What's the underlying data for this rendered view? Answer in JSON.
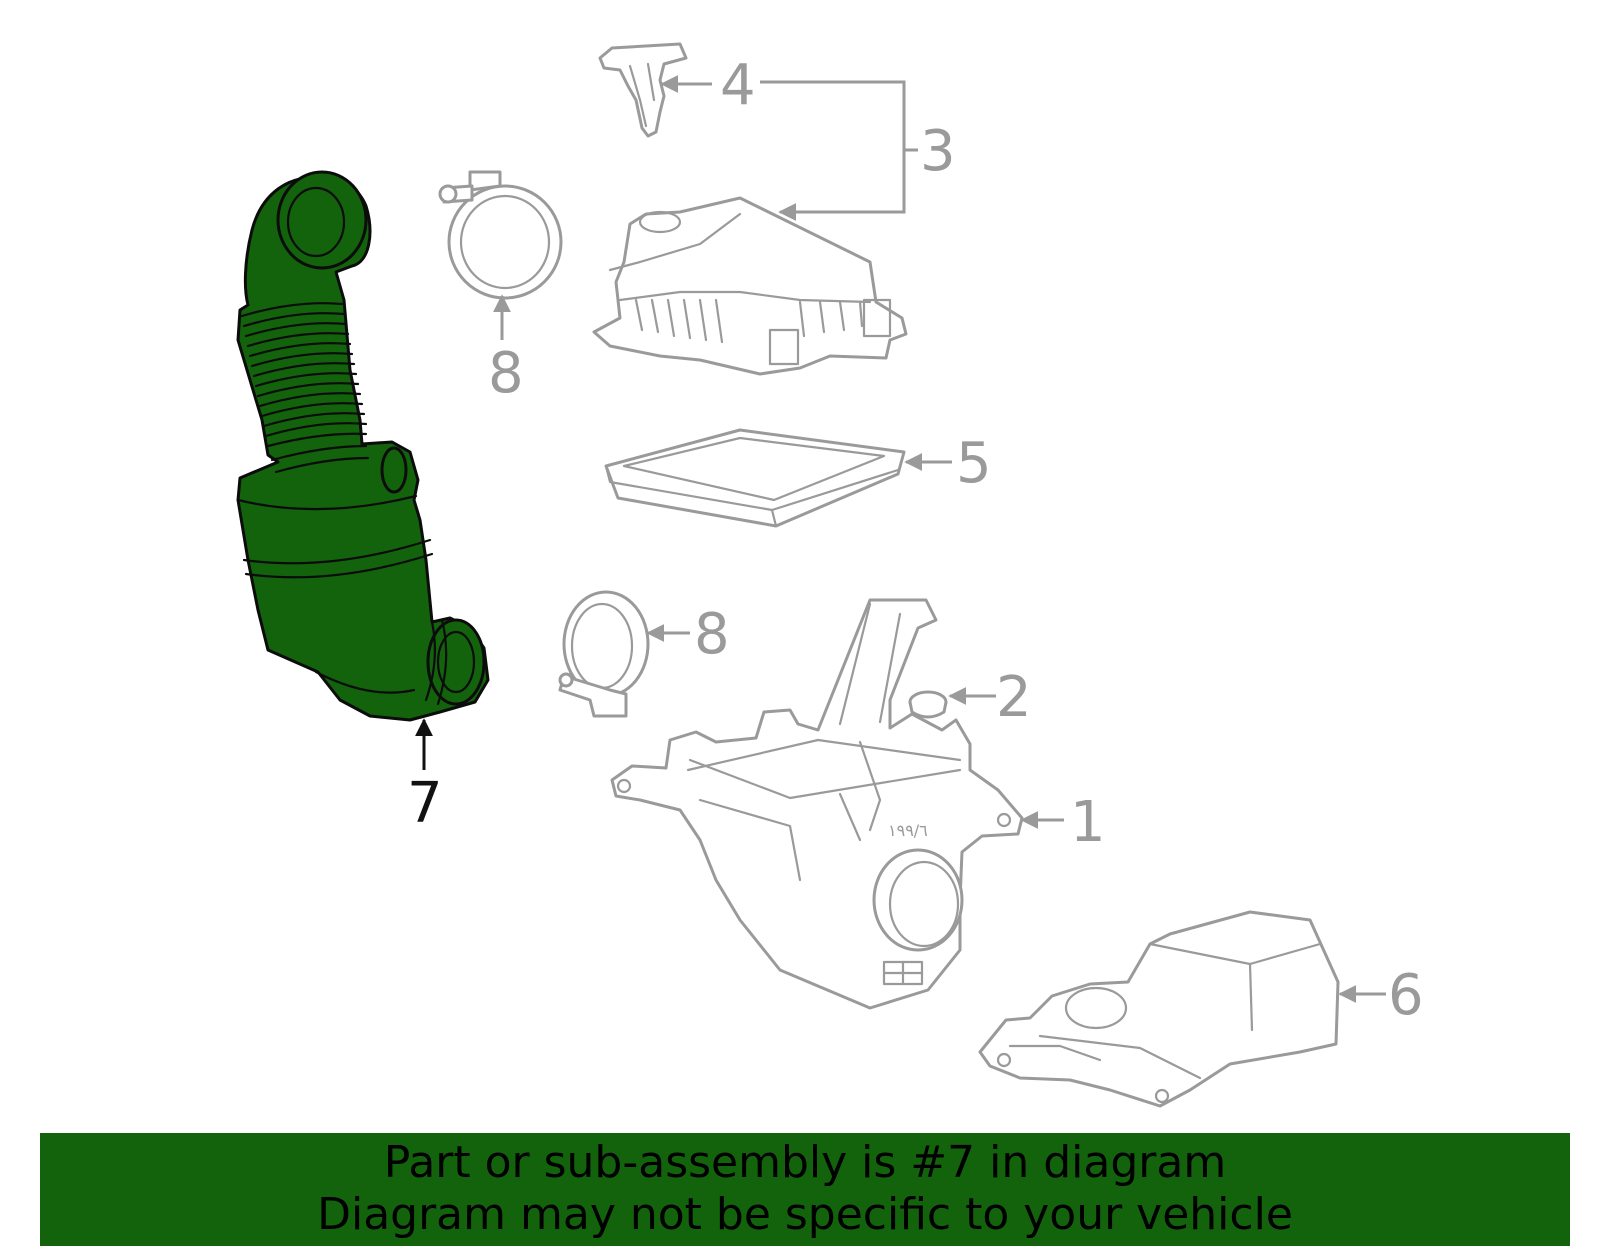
{
  "diagram": {
    "callouts": [
      {
        "id": "1",
        "label": "1"
      },
      {
        "id": "2",
        "label": "2"
      },
      {
        "id": "3",
        "label": "3"
      },
      {
        "id": "4",
        "label": "4"
      },
      {
        "id": "5",
        "label": "5"
      },
      {
        "id": "6",
        "label": "6"
      },
      {
        "id": "7",
        "label": "7"
      },
      {
        "id": "8a",
        "label": "8"
      },
      {
        "id": "8b",
        "label": "8"
      }
    ],
    "highlighted_part": "7",
    "colors": {
      "highlight": "#12630c",
      "outline": "#9a9a9a",
      "banner": "#12630c"
    }
  },
  "banner": {
    "line1": "Part or sub-assembly is #7 in diagram",
    "line2": "Diagram may not be specific to your vehicle"
  }
}
